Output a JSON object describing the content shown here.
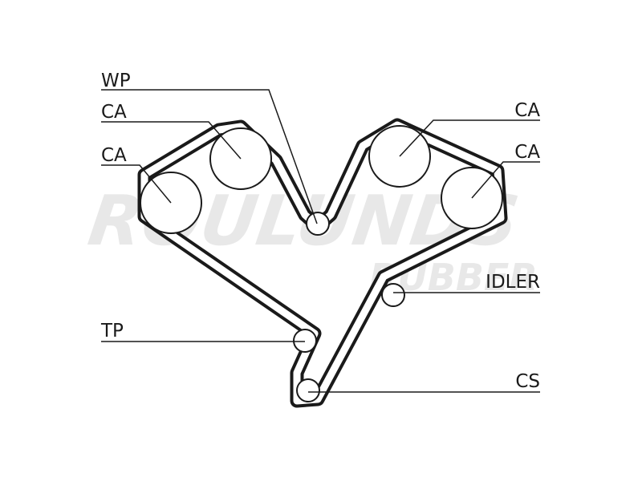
{
  "watermark": {
    "line1": "ROULUNDS",
    "line2": "RUBBER",
    "color": "#e8e8e8"
  },
  "belt_color": "#1a1a1a",
  "labels": {
    "wp": "WP",
    "ca_left_upper": "CA",
    "ca_left_lower": "CA",
    "ca_right_upper": "CA",
    "ca_right_lower": "CA",
    "idler": "IDLER",
    "tp": "TP",
    "cs": "CS"
  }
}
